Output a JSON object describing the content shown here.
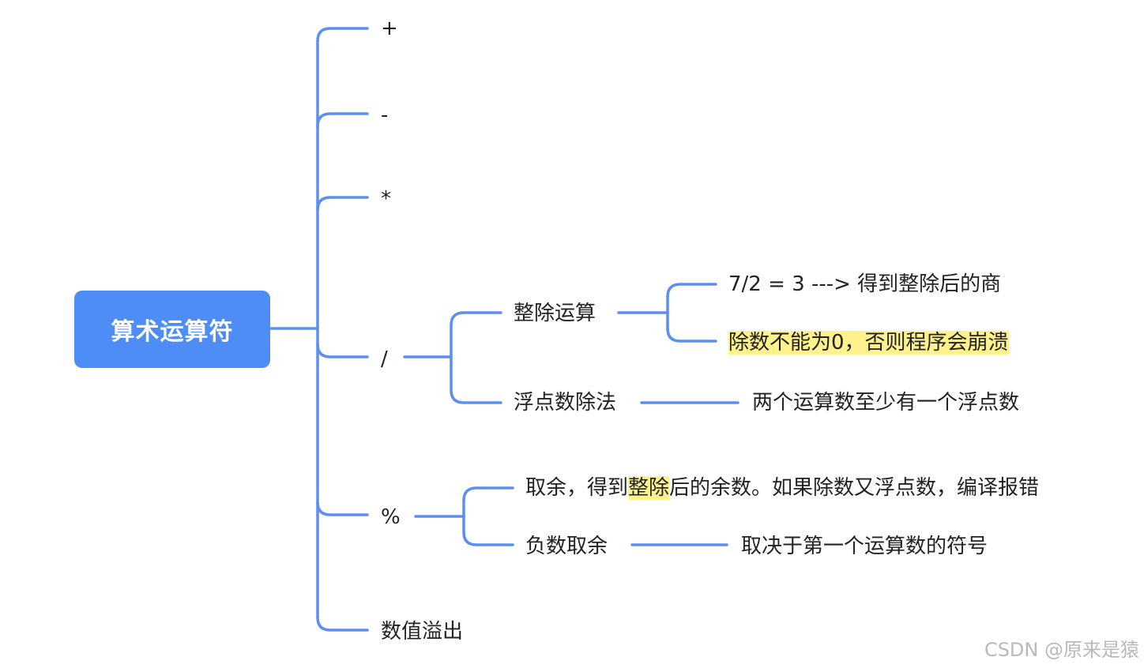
{
  "colors": {
    "line": "#5b8ff0",
    "root_bg": "#4d8df5",
    "root_text": "#ffffff",
    "highlight": "#fff18c",
    "text": "#222222",
    "watermark": "#b9b9b9"
  },
  "root": {
    "label": "算术运算符"
  },
  "operators": {
    "plus": "+",
    "minus": "-",
    "multiply": "*",
    "divide": "/",
    "modulo": "%",
    "overflow": "数值溢出"
  },
  "division": {
    "integer": {
      "label": "整除运算",
      "example": "7/2 = 3  ---> 得到整除后的商",
      "warning": "除数不能为0，否则程序会崩溃"
    },
    "float": {
      "label": "浮点数除法",
      "note": "两个运算数至少有一个浮点数"
    }
  },
  "modulo": {
    "description": {
      "before": "取余，得到",
      "highlight": "整除",
      "after": "后的余数。如果除数又浮点数，编译报错"
    },
    "negative": {
      "label": "负数取余",
      "note": "取决于第一个运算数的符号"
    }
  },
  "watermark": "CSDN @原来是猿"
}
